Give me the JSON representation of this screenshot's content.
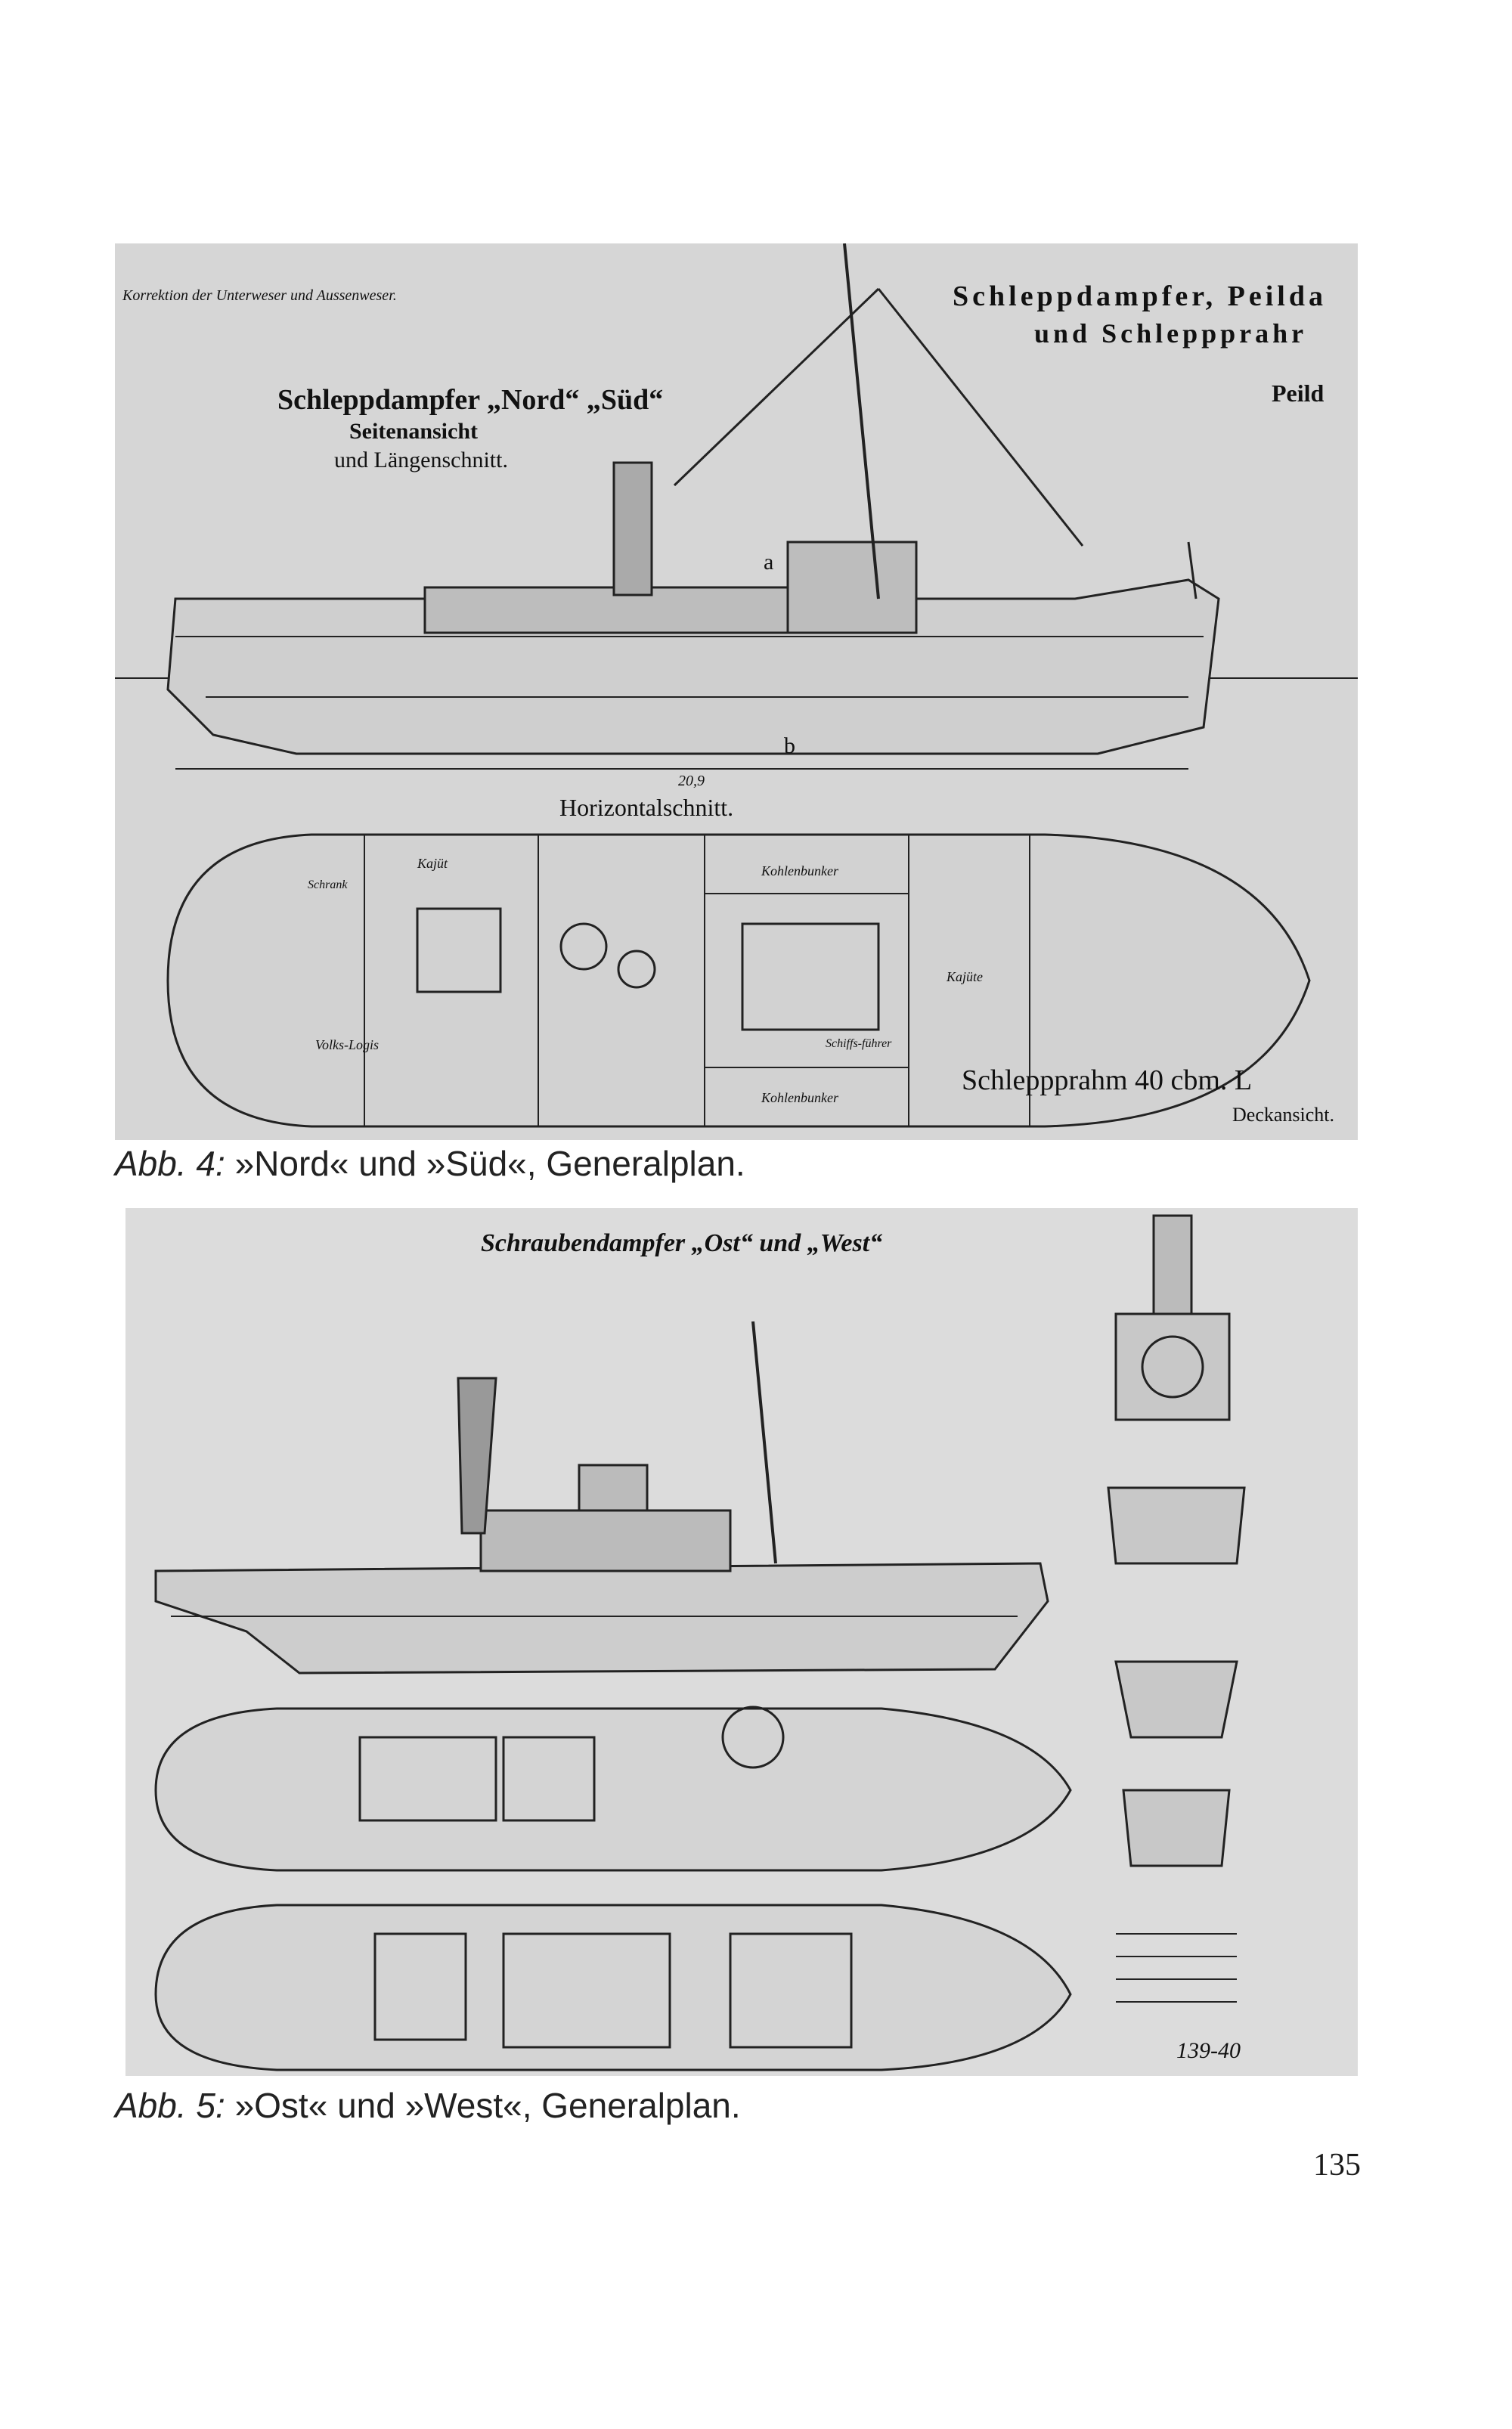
{
  "fig4": {
    "corner_note": "Korrektion der Unterweser und Aussenweser.",
    "title_right_1": "Schleppdampfer, Peilda",
    "title_right_2": "und Schleppprahr",
    "title_right_3": "Peild",
    "main_title": "Schleppdampfer „Nord“ „Süd“",
    "subtitle_1": "Seitenansicht",
    "subtitle_2": "und Längenschnitt.",
    "dimension": "20,9",
    "marker_a": "a",
    "marker_b": "b",
    "section_title": "Horizontalschnitt.",
    "rooms": [
      "Kohlenbunker",
      "Kohlenbunker",
      "Kajüte",
      "Schrank",
      "Volks-Logis",
      "Kajüt",
      "Schiffs-führer"
    ],
    "bottom_right": "Schleppprahm  40 cbm. L",
    "bottom_right_2": "Deckansicht."
  },
  "caption4": {
    "abb": "Abb. 4:",
    "text": "»Nord« und »Süd«, Generalplan."
  },
  "fig5": {
    "title": "Schraubendampfer „Ost“ und „West“",
    "number": "139-40"
  },
  "caption5": {
    "abb": "Abb. 5:",
    "text": "»Ost« und »West«, Generalplan."
  },
  "page_number": "135"
}
